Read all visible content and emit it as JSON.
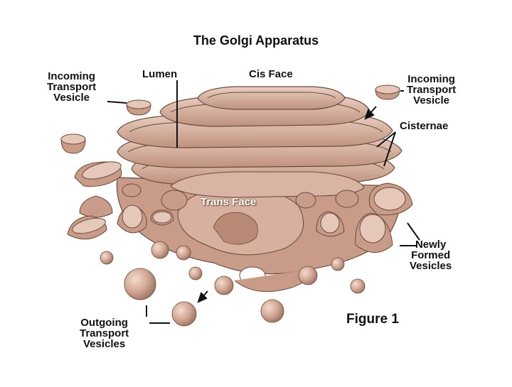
{
  "diagram": {
    "title": "The Golgi Apparatus",
    "figure_label": "Figure 1",
    "labels": {
      "incoming_left": [
        "Incoming",
        "Transport",
        "Vesicle"
      ],
      "lumen": "Lumen",
      "cis_face": "Cis Face",
      "incoming_right": [
        "Incoming",
        "Transport",
        "Vesicle"
      ],
      "cisternae": "Cisternae",
      "trans_face": "Trans Face",
      "newly_formed": [
        "Newly",
        "Formed",
        "Vesicles"
      ],
      "outgoing": [
        "Outgoing",
        "Transport",
        "Vesicles"
      ]
    },
    "colors": {
      "organelle": "#d3a896",
      "organelle_light": "#e8cbbd",
      "organelle_dark": "#9e7462",
      "outline": "#6b4a3a",
      "text": "#111111",
      "background": "#ffffff"
    }
  }
}
